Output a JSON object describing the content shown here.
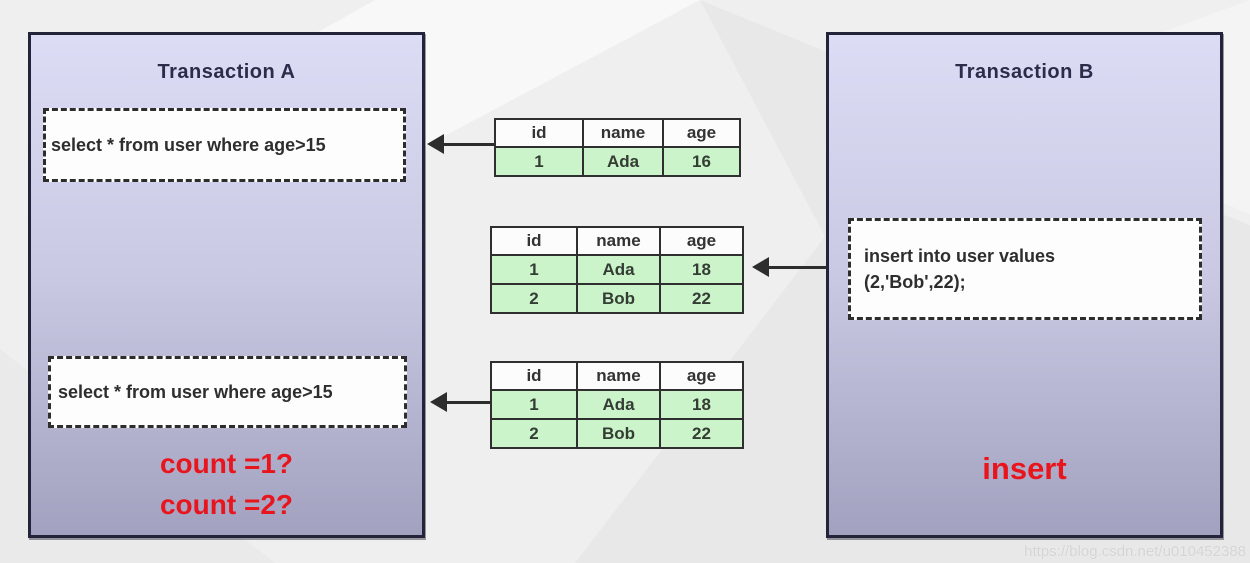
{
  "page": {
    "watermark": "https://blog.csdn.net/u010452388"
  },
  "transaction_a": {
    "title": "Transaction A",
    "query1": "select * from user where age>15",
    "query2": "select * from user where age>15",
    "count1": "count =1?",
    "count2": "count =2?"
  },
  "transaction_b": {
    "title": "Transaction B",
    "query": "insert into user values (2,'Bob',22);",
    "label": "insert"
  },
  "tables": [
    {
      "headers": [
        "id",
        "name",
        "age"
      ],
      "rows": [
        [
          "1",
          "Ada",
          "16"
        ]
      ]
    },
    {
      "headers": [
        "id",
        "name",
        "age"
      ],
      "rows": [
        [
          "1",
          "Ada",
          "18"
        ],
        [
          "2",
          "Bob",
          "22"
        ]
      ]
    },
    {
      "headers": [
        "id",
        "name",
        "age"
      ],
      "rows": [
        [
          "1",
          "Ada",
          "18"
        ],
        [
          "2",
          "Bob",
          "22"
        ]
      ]
    }
  ],
  "colors": {
    "accent_red": "#e8151d",
    "row_green": "#ccf4cb",
    "panel_gradient_top": "#dcdcf5",
    "panel_gradient_bottom": "#a2a2c0"
  }
}
